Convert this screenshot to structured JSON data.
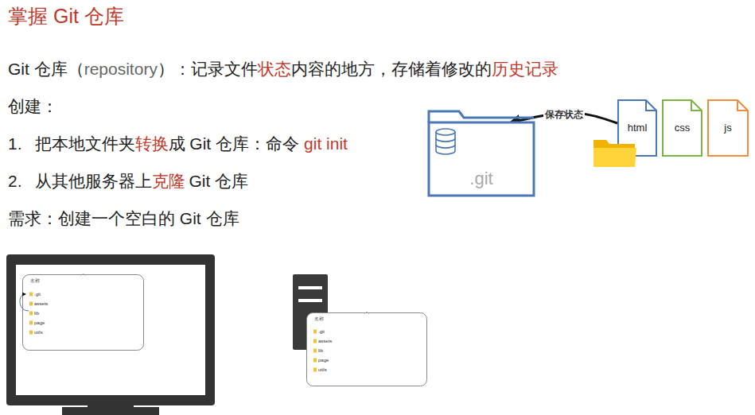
{
  "diagram": {
    "title": "掌握 Git 仓库",
    "nodes": [
      {
        "text": [
          ".git"
        ]
      },
      {
        "text": [
          "html"
        ]
      },
      {
        "text": [
          "css"
        ]
      },
      {
        "text": [
          "js"
        ]
      },
      {
        "text": [
          "名称",
          ".git",
          "assets",
          "lib",
          "page",
          "utils"
        ]
      },
      {
        "text": [
          "名称",
          ".git",
          "assets",
          "lib",
          "page",
          "utils"
        ]
      }
    ],
    "edges": [
      {
        "from": 1,
        "to": 0,
        "arrow": "to",
        "label": "保存状态"
      }
    ],
    "labels": [
      "Git 仓库（",
      "repository",
      "）：记录文件",
      "状态",
      "内容的地方，存储着修改的",
      "历史记录",
      "创建：",
      "1.",
      "把本地文件夹",
      "转换",
      "成 Git 仓库：命令",
      "git init",
      "2.",
      "从其他服务器上",
      "克隆",
      "Git 仓库",
      "需求：创建一个空白的 Git 仓库"
    ]
  }
}
